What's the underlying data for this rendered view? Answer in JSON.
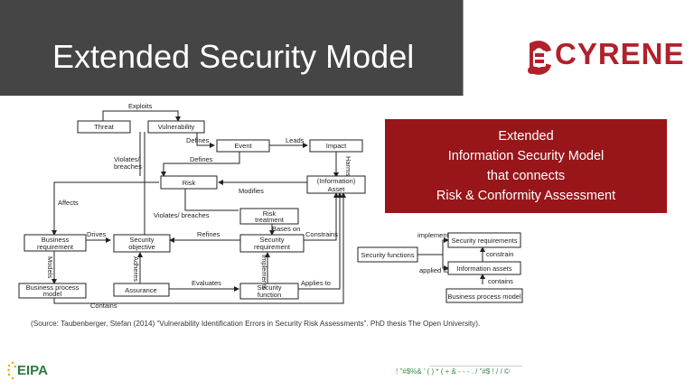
{
  "slide": {
    "title": "Extended Security Model",
    "logo_text": "CYRENE",
    "callout_lines": [
      "Extended",
      "Information Security Model",
      "that connects",
      "Risk & Conformity Assessment"
    ],
    "source": "(Source: Taubenberger, Stefan (2014) “Vulnerability Identification Errors in Security Risk Assessments”. PhD thesis The Open University).",
    "footer_logo": "EIPA",
    "footer_code": "! \"#$%& ' ( ) * ( + & - - - . / \"#$ ! / / ©"
  },
  "main_diagram": {
    "nodes": {
      "threat": "Threat",
      "vulnerability": "Vulnerability",
      "event": "Event",
      "impact": "Impact",
      "risk": "Risk",
      "info_asset_l1": "(Information)",
      "info_asset_l2": "Asset",
      "risk_treatment_l1": "Risk",
      "risk_treatment_l2": "treatment",
      "business_req_l1": "Business",
      "business_req_l2": "requirement",
      "security_obj_l1": "Security",
      "security_obj_l2": "objective",
      "security_req_l1": "Security",
      "security_req_l2": "requirement",
      "bpm_l1": "Business process",
      "bpm_l2": "model",
      "assurance": "Assurance",
      "security_fn_l1": "Security",
      "security_fn_l2": "function"
    },
    "edges": {
      "exploits": "Exploits",
      "defines1": "Defines",
      "leads": "Leads",
      "violates_l1": "Violates/",
      "violates_l2": "breaches",
      "defines2": "Defines",
      "harms": "Harms",
      "affects": "Affects",
      "modifies": "Modifies",
      "violates_breaches": "Violates/ breaches",
      "drives": "Drives",
      "refines": "Refines",
      "bases_on": "Bases on",
      "constrains": "Constrains",
      "models": "Models",
      "adheres": "Adheres",
      "implements": "Implements",
      "evaluates": "Evaluates",
      "applies_to": "Applies to",
      "contains": "Contains"
    }
  },
  "right_diagram": {
    "security_functions": "Security functions",
    "security_requirements": "Security requirements",
    "information_assets": "Information assets",
    "business_process_model": "Business process model",
    "implement": "implement",
    "constrain": "constrain",
    "applied_to": "applied to",
    "contains": "contains"
  }
}
